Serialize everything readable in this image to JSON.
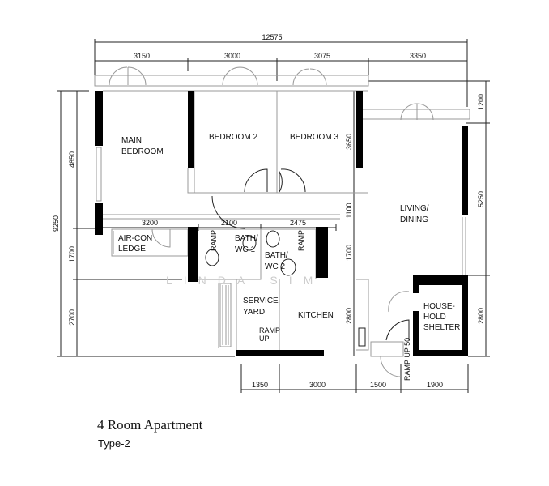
{
  "title": "4 Room Apartment",
  "subtitle": "Type-2",
  "watermark": "LINDA SIM",
  "rooms": {
    "main_bedroom": [
      "MAIN",
      "BEDROOM"
    ],
    "bedroom2": "BEDROOM 2",
    "bedroom3": "BEDROOM 3",
    "living": [
      "LIVING/",
      "DINING"
    ],
    "aircon": [
      "AIR-CON",
      "LEDGE"
    ],
    "bath1": [
      "BATH/",
      "WC 1"
    ],
    "bath2": [
      "BATH/",
      "WC 2"
    ],
    "service": [
      "SERVICE",
      "YARD"
    ],
    "kitchen": "KITCHEN",
    "shelter": [
      "HOUSE-",
      "HOLD",
      "SHELTER"
    ],
    "ramp": [
      "RAMP",
      "UP"
    ],
    "ramp50": "RAMP UP 50"
  },
  "dimensions": {
    "total_width": "12575",
    "top": [
      "3150",
      "3000",
      "3075",
      "3350"
    ],
    "middle": [
      "3200",
      "2100",
      "2475"
    ],
    "bottom": [
      "1350",
      "3000",
      "1500",
      "1900"
    ],
    "left_total": "9250",
    "left": [
      "4850",
      "1700",
      "2700"
    ],
    "right": [
      "1200",
      "5250",
      "2800"
    ],
    "inner": [
      "3650",
      "1100",
      "1700",
      "2800"
    ]
  }
}
